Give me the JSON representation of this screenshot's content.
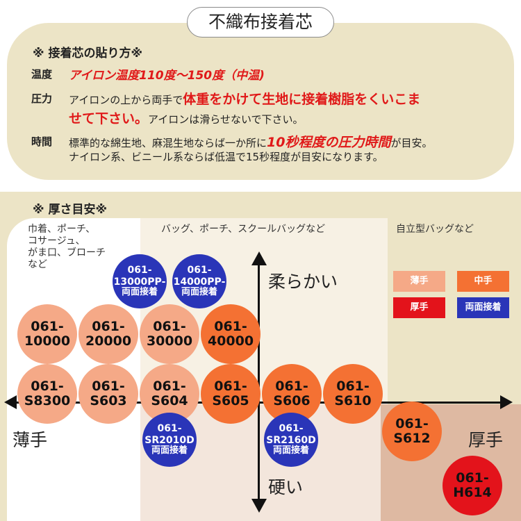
{
  "title": "不織布接着芯",
  "how_to": {
    "heading": "※ 接着芯の貼り方※",
    "temperature": {
      "label": "温度",
      "value": "アイロン温度110度～150度（中温)"
    },
    "pressure": {
      "label": "圧力",
      "text_a": "アイロンの上から両手で",
      "emphasis_a": "体重をかけて生地に接着樹脂をくいこま",
      "emphasis_b": "せて下さい。",
      "text_b": "アイロンは滑らせないで下さい。"
    },
    "time": {
      "label": "時間",
      "text_a": "標準的な綿生地、麻混生地ならば一か所に",
      "emphasis": "10秒程度の圧力時間",
      "text_b": "が目安。",
      "text_c": "ナイロン系、ビニール系ならば低温で15秒程度が目安になります。"
    }
  },
  "thickness": {
    "heading": "※ 厚さ目安※",
    "categories": {
      "left": [
        "巾着、ポーチ、",
        "コサージュ、",
        "がま口、ブローチ",
        "など"
      ],
      "middle": "バッグ、ポーチ、スクールバッグなど",
      "right": "自立型バッグなど"
    },
    "axes": {
      "soft": "柔らかい",
      "hard": "硬い",
      "thin": "薄手",
      "thick": "厚手"
    },
    "legend": [
      {
        "label": "薄手",
        "color": "#f5a987"
      },
      {
        "label": "中手",
        "color": "#f47133"
      },
      {
        "label": "厚手",
        "color": "#e3131b"
      },
      {
        "label": "両面接着",
        "color": "#2a35b8"
      }
    ],
    "products": [
      {
        "id": "p13000",
        "line1": "061-",
        "line2": "13000PP-",
        "line3": "両面接着",
        "type": "両面接着"
      },
      {
        "id": "p14000",
        "line1": "061-",
        "line2": "14000PP-",
        "line3": "両面接着",
        "type": "両面接着"
      },
      {
        "id": "p10000",
        "line1": "061-",
        "line2": "10000",
        "type": "薄手"
      },
      {
        "id": "p20000",
        "line1": "061-",
        "line2": "20000",
        "type": "薄手"
      },
      {
        "id": "p30000",
        "line1": "061-",
        "line2": "30000",
        "type": "薄手"
      },
      {
        "id": "p40000",
        "line1": "061-",
        "line2": "40000",
        "type": "中手"
      },
      {
        "id": "pS8300",
        "line1": "061-",
        "line2": "S8300",
        "type": "薄手"
      },
      {
        "id": "pS603",
        "line1": "061-",
        "line2": "S603",
        "type": "薄手"
      },
      {
        "id": "pS604",
        "line1": "061-",
        "line2": "S604",
        "type": "薄手"
      },
      {
        "id": "pS605",
        "line1": "061-",
        "line2": "S605",
        "type": "中手"
      },
      {
        "id": "pS606",
        "line1": "061-",
        "line2": "S606",
        "type": "中手"
      },
      {
        "id": "pS610",
        "line1": "061-",
        "line2": "S610",
        "type": "中手"
      },
      {
        "id": "pSR2010D",
        "line1": "061-",
        "line2": "SR2010D",
        "line3": "両面接着",
        "type": "両面接着"
      },
      {
        "id": "pSR2160D",
        "line1": "061-",
        "line2": "SR2160D",
        "line3": "両面接着",
        "type": "両面接着"
      },
      {
        "id": "pS612",
        "line1": "061-",
        "line2": "S612",
        "type": "中手"
      },
      {
        "id": "pH614",
        "line1": "061-",
        "line2": "H614",
        "type": "厚手"
      }
    ]
  }
}
